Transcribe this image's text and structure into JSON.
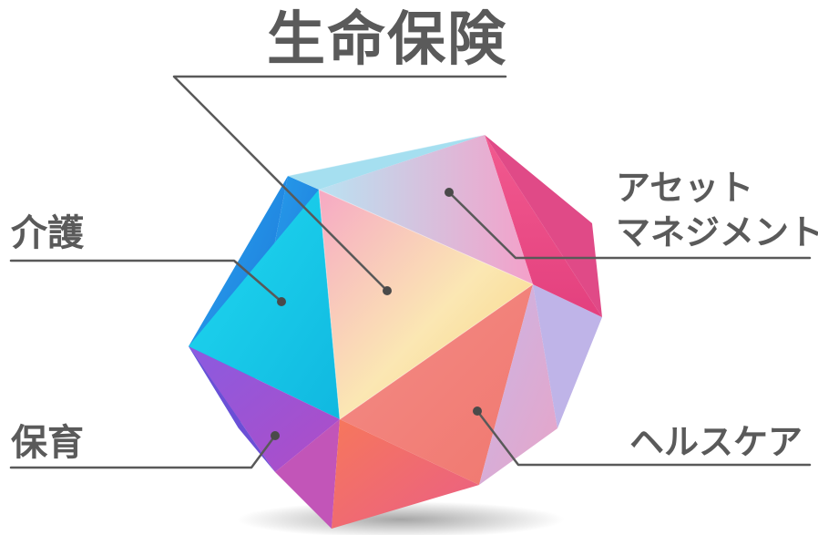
{
  "title": "生命保険",
  "labels": {
    "care": "介護",
    "nursery": "保育",
    "asset_line1": "アセット",
    "asset_line2": "マネジメント",
    "healthcare": "ヘルスケア"
  },
  "colors": {
    "label_text": "#5a5a5a",
    "leader_line": "#595959"
  }
}
